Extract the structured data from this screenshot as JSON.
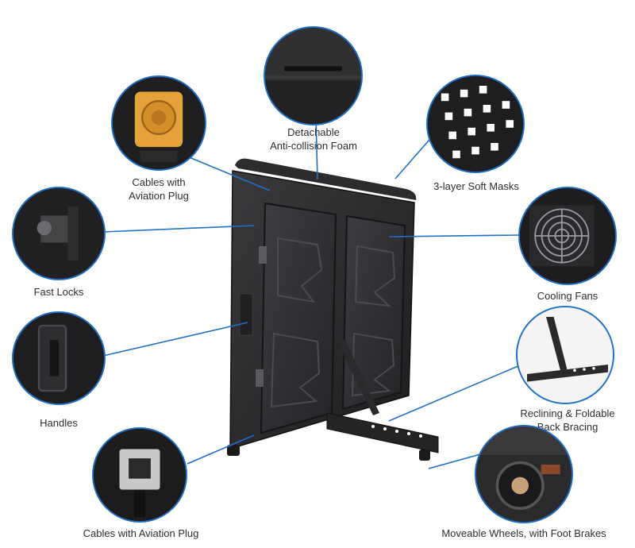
{
  "features": {
    "foam": {
      "line1": "Detachable",
      "line2": "Anti-collision Foam"
    },
    "plug_top": {
      "line1": "Cables with",
      "line2": "Aviation Plug"
    },
    "masks": {
      "label": "3-layer Soft Masks"
    },
    "locks": {
      "label": "Fast Locks"
    },
    "fans": {
      "label": "Cooling Fans"
    },
    "handles": {
      "label": "Handles"
    },
    "bracing": {
      "line1": "Reclining & Foldable",
      "line2": "Back Bracing"
    },
    "plug_bottom": {
      "label": "Cables with Aviation Plug"
    },
    "wheels": {
      "label": "Moveable Wheels, with Foot Brakes"
    }
  },
  "colors": {
    "accent": "#1f6fc5",
    "cabinet": "#2b2b2d",
    "plug": "#e5a23a"
  }
}
